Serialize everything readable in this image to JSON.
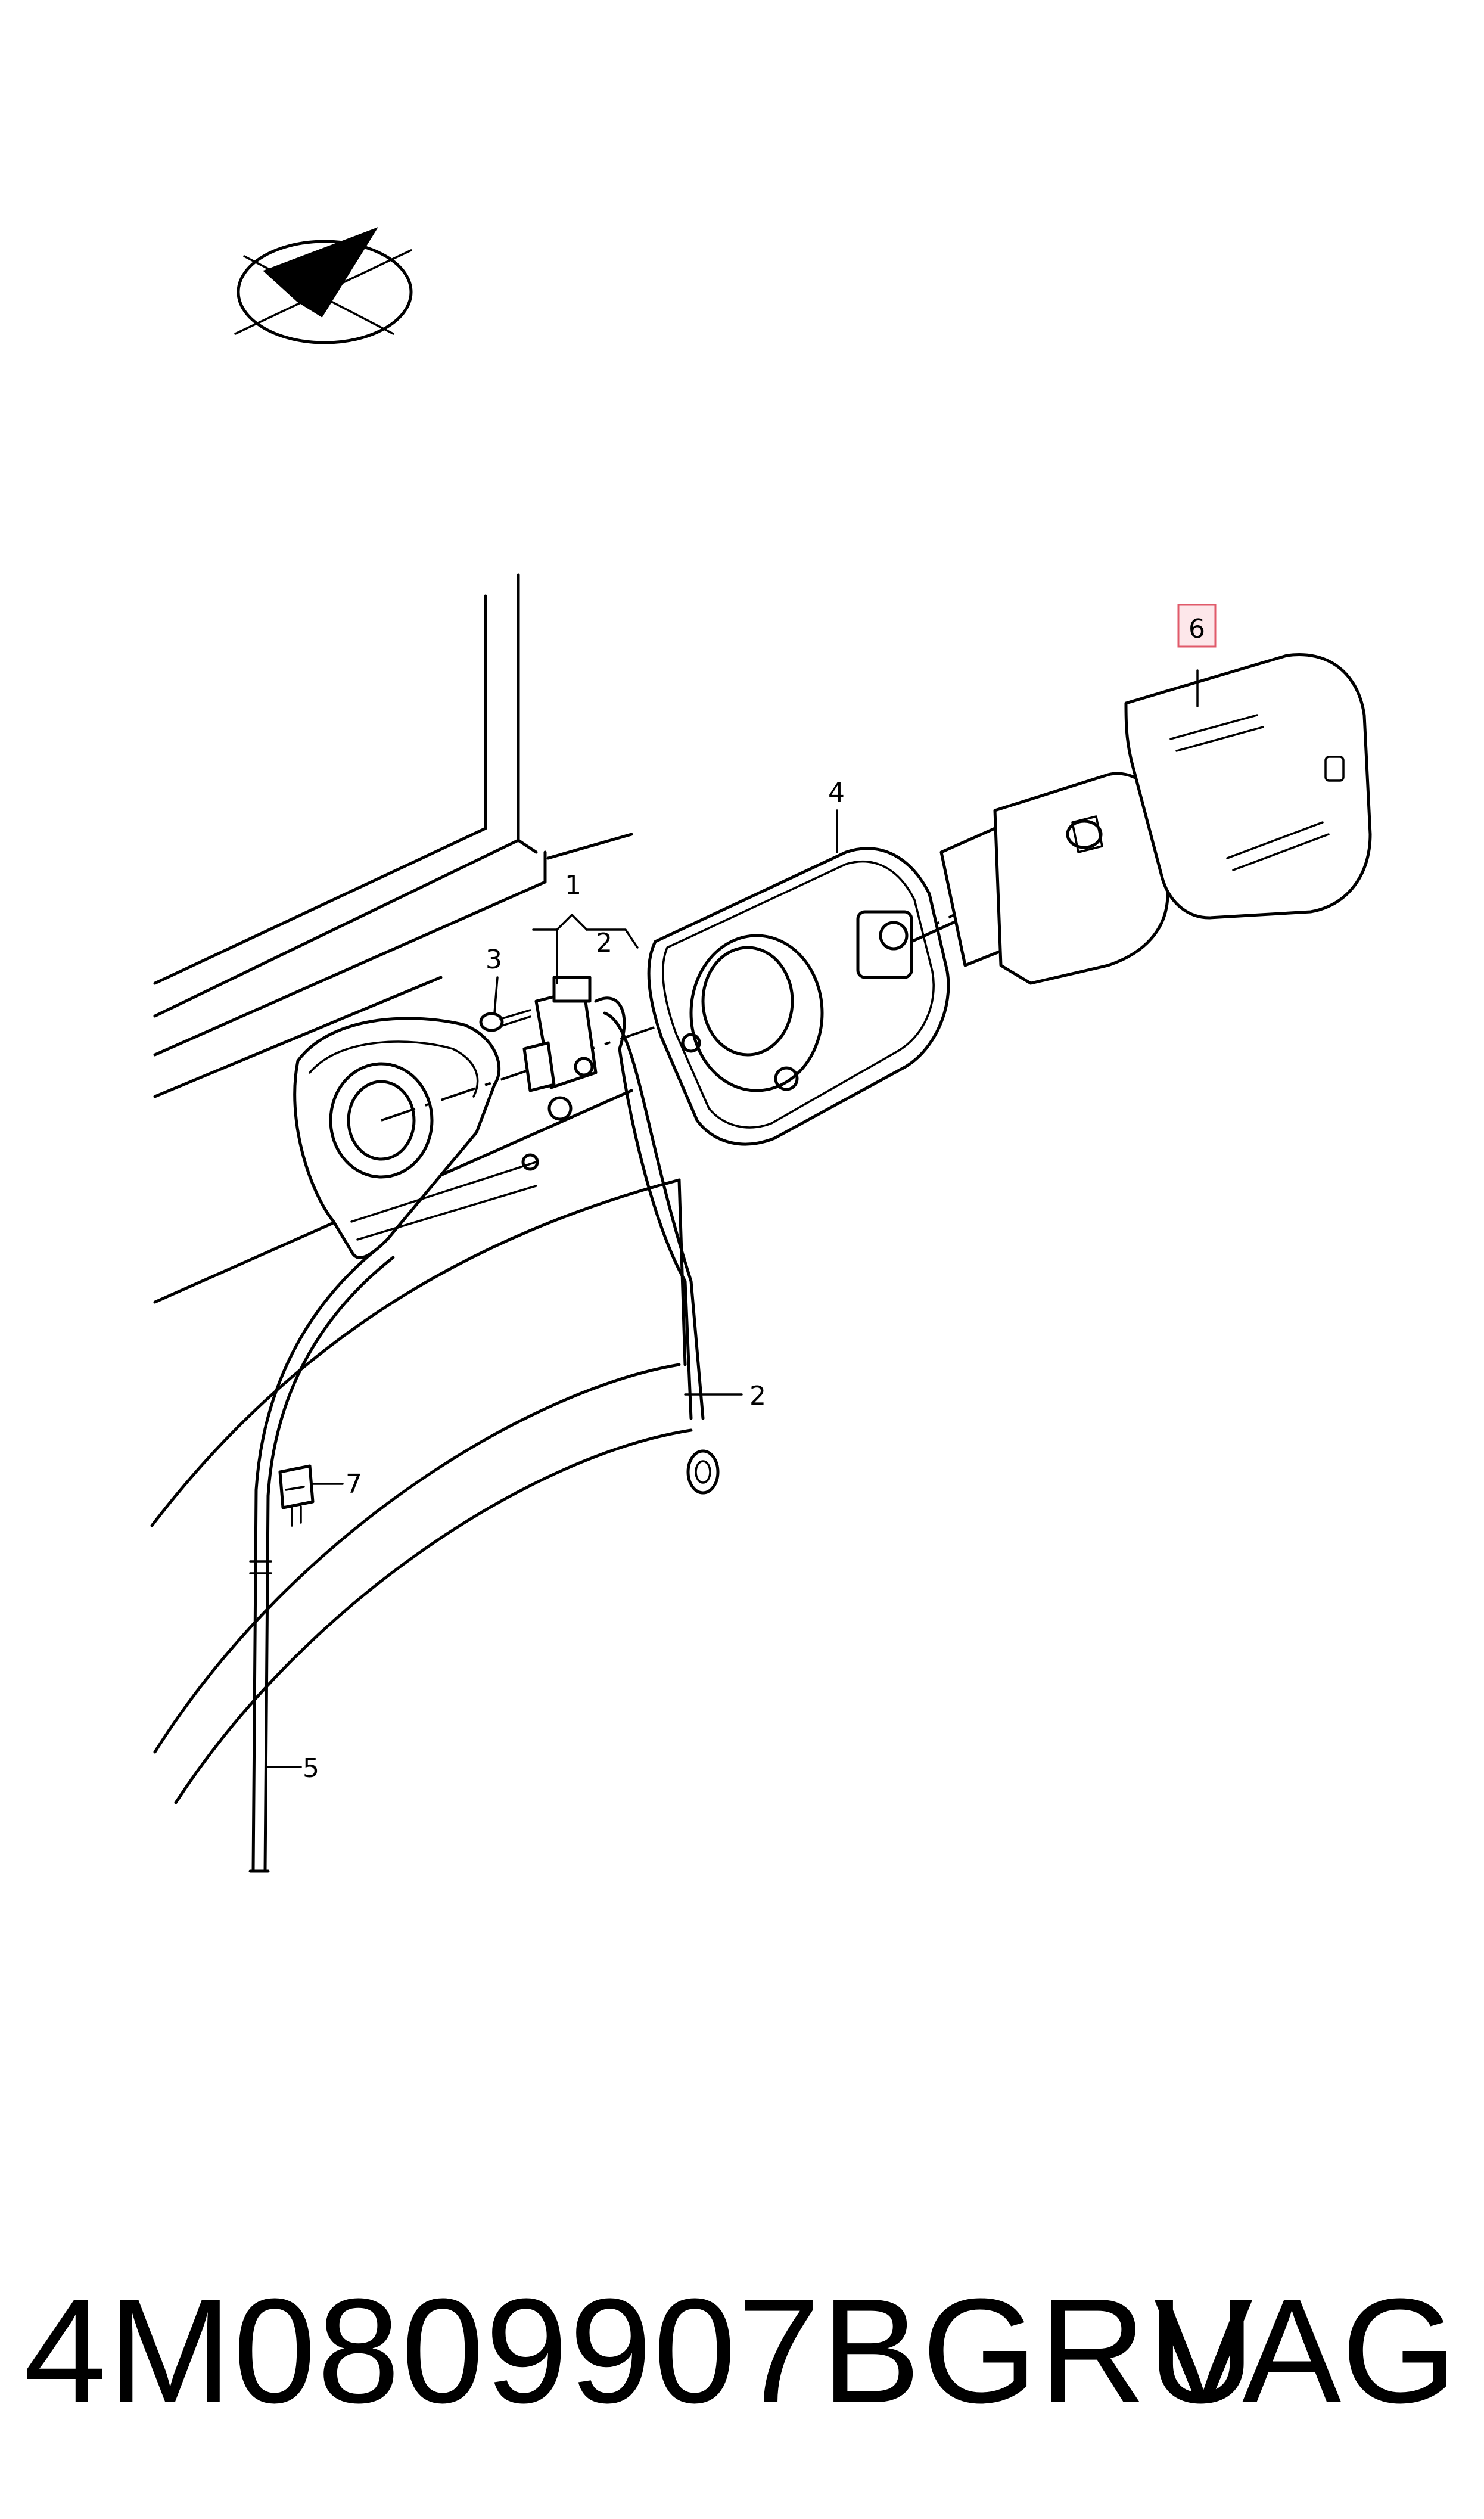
{
  "callouts": {
    "c1": "1",
    "c2a": "2",
    "c2b": "2",
    "c3": "3",
    "c4": "4",
    "c5": "5",
    "c6": "6",
    "c7": "7"
  },
  "highlight_color": "#e05a6a",
  "footer": {
    "part_number": "4M0809907BGRU",
    "brand": "VAG"
  },
  "logo_icon": "paper-plane-check-logo-icon"
}
